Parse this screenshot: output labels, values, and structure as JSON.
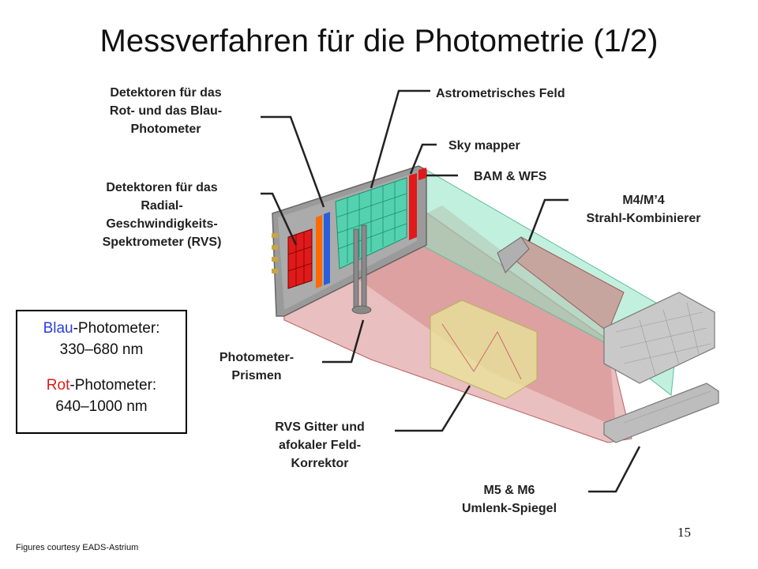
{
  "title": "Messverfahren für die Photometrie (1/2)",
  "labels": {
    "detectors_photometer": "Detektoren für das\nRot- und das Blau-\nPhotometer",
    "detectors_rvs": "Detektoren für das\nRadial-\nGeschwindigkeits-\nSpektrometer (RVS)",
    "astrometric_field": "Astrometrisches Feld",
    "sky_mapper": "Sky mapper",
    "bam_wfs": "BAM & WFS",
    "m4_combiner": "M4/M’4\nStrahl-Kombinierer",
    "photometer_prisms": "Photometer-\nPrismen",
    "rvs_grating": "RVS Gitter und\nafokaler Feld-\nKorrektor",
    "m5_m6": "M5 & M6\nUmlenk-Spiegel"
  },
  "infobox": {
    "blue_word": "Blau",
    "blue_rest": "-Photometer:",
    "blue_range": "330–680 nm",
    "red_word": "Rot",
    "red_rest": "-Photometer:",
    "red_range": "640–1000 nm"
  },
  "credit": "Figures courtesy EADS-Astrium",
  "page_number": "15",
  "colors": {
    "blue_accent": "#2a3fd8",
    "red_accent": "#e01a1a",
    "beam_red": "#d98a8a",
    "beam_green": "#8fe3c3",
    "grid_green": "#44d8b0"
  }
}
